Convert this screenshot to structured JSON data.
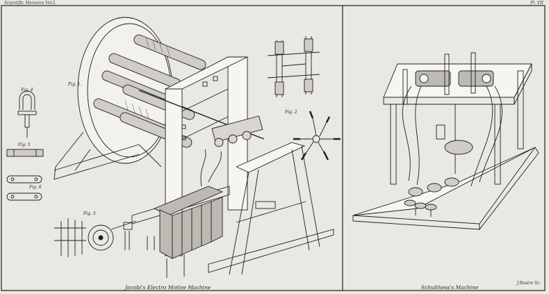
{
  "header": {
    "journal": "Scientific Memoirs Vol.I.",
    "plate": "Pl. VII"
  },
  "captions": {
    "left": "Jacobi's Electro Motive Machine",
    "right": "Schulthess's Machine",
    "engraver": "J.Basire Sc."
  },
  "figures": {
    "fig1": "Fig. 1.",
    "fig2": "Fig. 2",
    "fig3": "Fig. 3",
    "fig4": "Fig. 4",
    "fig5": "Fig. 5",
    "fig6": "Fig. 6"
  },
  "colors": {
    "paper": "#e9e8e3",
    "ink": "#1e1e1e"
  }
}
